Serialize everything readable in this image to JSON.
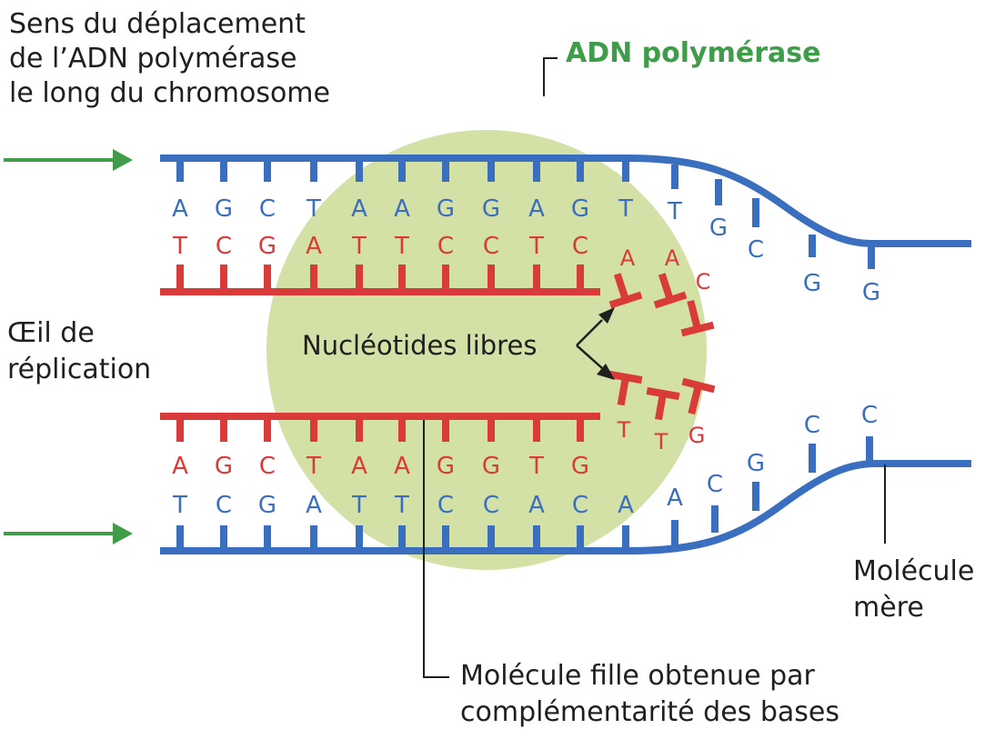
{
  "labels": {
    "direction": [
      "Sens du déplacement",
      "de l’ADN polymérase",
      "le long du chromosome"
    ],
    "enzyme": "ADN polymérase",
    "eye": [
      "Œil de",
      "réplication"
    ],
    "free_nucleotides": "Nucléotides libres",
    "parent_molecule": [
      "Molécule",
      "mère"
    ],
    "daughter_molecule": [
      "Molécule fille obtenue par",
      "complémentarité des bases"
    ]
  },
  "strands": {
    "top_parent": {
      "paired": [
        "A",
        "G",
        "C",
        "T",
        "A",
        "A",
        "G",
        "G",
        "A",
        "G",
        "T"
      ],
      "unpaired": [
        "T",
        "G",
        "C",
        "G",
        "G"
      ]
    },
    "top_daughter": [
      "T",
      "C",
      "G",
      "A",
      "T",
      "T",
      "C",
      "C",
      "T",
      "C"
    ],
    "top_free": [
      "A",
      "A",
      "C"
    ],
    "bottom_daughter": [
      "A",
      "G",
      "C",
      "T",
      "A",
      "A",
      "G",
      "G",
      "T",
      "G"
    ],
    "bottom_free": [
      "T",
      "T",
      "G"
    ],
    "bottom_parent": {
      "paired": [
        "T",
        "C",
        "G",
        "A",
        "T",
        "T",
        "C",
        "C",
        "A",
        "C",
        "A"
      ],
      "unpaired": [
        "A",
        "C",
        "G",
        "C",
        "C"
      ]
    }
  },
  "colors": {
    "parent_strand": "#3a6fc0",
    "daughter_strand": "#d93a3a",
    "polymerase": "#d3e0a6",
    "enzyme_label": "#3f9c48",
    "direction_arrow": "#3f9c48",
    "text": "#1f1f1f",
    "pointer": "#1f1f1f"
  },
  "icons": {
    "direction_arrow": "right-arrow-icon",
    "pointer_arrow": "arrow-icon"
  }
}
